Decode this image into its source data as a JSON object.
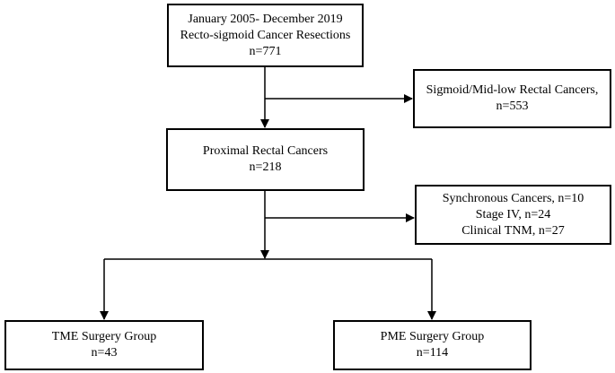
{
  "flowchart": {
    "start": {
      "lines": [
        "January 2005- December 2019",
        "Recto-sigmoid Cancer Resections",
        "n=771"
      ]
    },
    "exclusion1": {
      "lines": [
        "Sigmoid/Mid-low Rectal Cancers,",
        "n=553"
      ]
    },
    "proximal": {
      "lines": [
        "Proximal Rectal Cancers",
        "n=218"
      ]
    },
    "exclusion2": {
      "lines": [
        "Synchronous Cancers, n=10",
        "Stage IV, n=24",
        "Clinical TNM, n=27"
      ]
    },
    "tme": {
      "lines": [
        "TME Surgery Group",
        "n=43"
      ]
    },
    "pme": {
      "lines": [
        "PME Surgery Group",
        "n=114"
      ]
    }
  }
}
